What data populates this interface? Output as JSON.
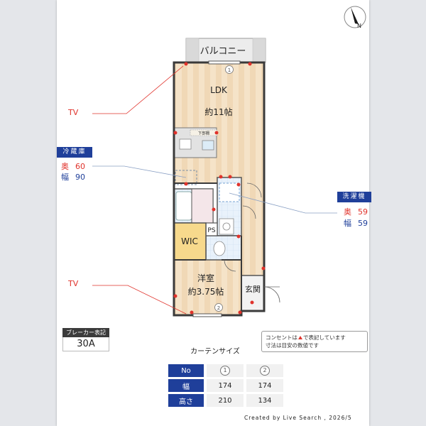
{
  "compass": {
    "letter": "N"
  },
  "rooms": {
    "balcony": "バルコニー",
    "ldk": "LDK",
    "ldk_size": "約11帖",
    "storage_under_floor": "下部棚",
    "wic": "WIC",
    "ps": "PS",
    "western": "洋室",
    "western_size": "約3.75帖",
    "entrance": "玄関"
  },
  "window_numbers": [
    "1",
    "2"
  ],
  "tv_labels": [
    "TV",
    "TV"
  ],
  "fridge": {
    "label": "冷蔵庫",
    "depth_key": "奥",
    "depth": "60",
    "width_key": "幅",
    "width": "90"
  },
  "washer": {
    "label": "洗濯機",
    "depth_key": "奥",
    "depth": "59",
    "width_key": "幅",
    "width": "59"
  },
  "breaker": {
    "title": "ブレーカー表記",
    "value": "30A"
  },
  "note": {
    "line1_before": "コンセントは",
    "line1_after": "で表記しています",
    "line2": "寸法は目安の数値です"
  },
  "curtain": {
    "title": "カーテンサイズ",
    "header_no": "No",
    "header_width": "幅",
    "header_height": "高さ",
    "cols": [
      {
        "no": "1",
        "width": "174",
        "height": "210"
      },
      {
        "no": "2",
        "width": "174",
        "height": "134"
      }
    ]
  },
  "credit": "Created by Live Search , 2026/5",
  "colors": {
    "accent_blue": "#1f3f9a",
    "outlet_red": "#e0322b"
  }
}
